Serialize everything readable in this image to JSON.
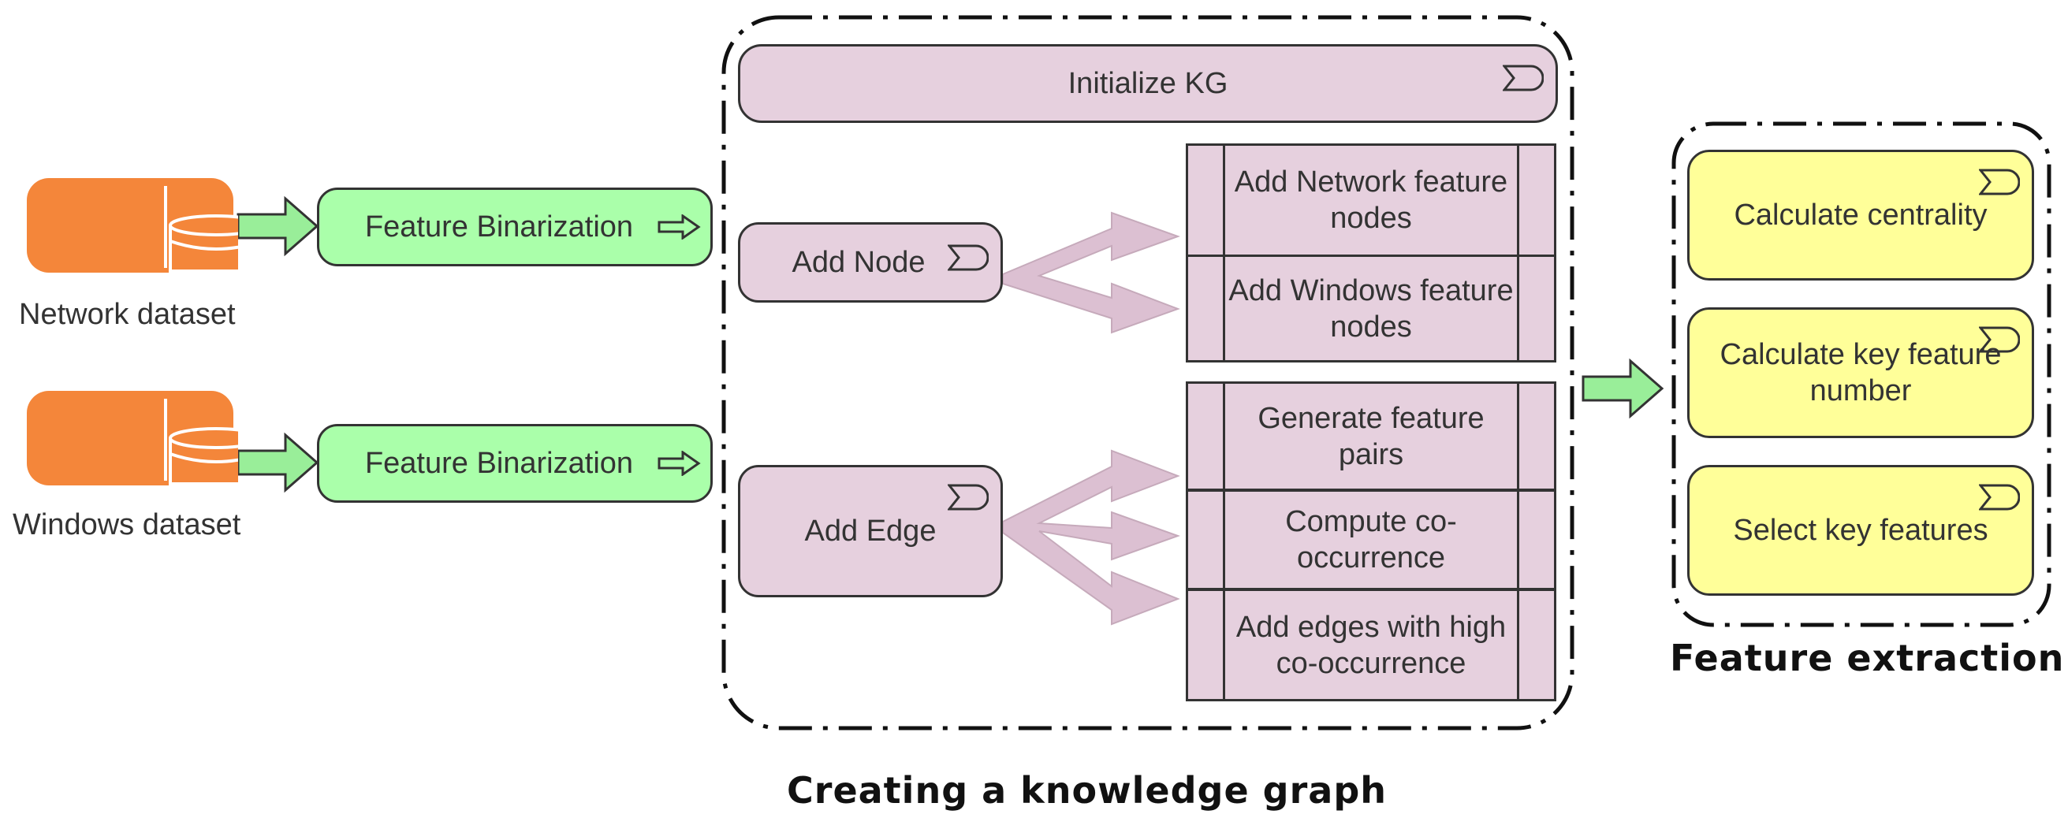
{
  "datasets": {
    "network": "Network dataset",
    "windows": "Windows dataset"
  },
  "binarization": {
    "top": "Feature Binarization",
    "bottom": "Feature Binarization"
  },
  "kg": {
    "title": "Creating a knowledge graph",
    "initialize": "Initialize KG",
    "add_node": "Add Node",
    "add_edge": "Add Edge",
    "node_steps": [
      "Add Network feature nodes",
      "Add Windows feature nodes"
    ],
    "edge_steps": [
      "Generate feature pairs",
      "Compute co-occurrence",
      "Add edges with high co-occurrence"
    ]
  },
  "fe": {
    "title": "Feature extraction",
    "steps": [
      "Calculate centrality",
      "Calculate key feature number",
      "Select key features"
    ]
  },
  "colors": {
    "dataset": "#f4863a",
    "binarization": "#aaffaa",
    "kg_process": "#e6d0de",
    "fe_process": "#ffff99",
    "flow_arrow": "#99ee99",
    "trigger_arrow": "#d9b9cc"
  }
}
